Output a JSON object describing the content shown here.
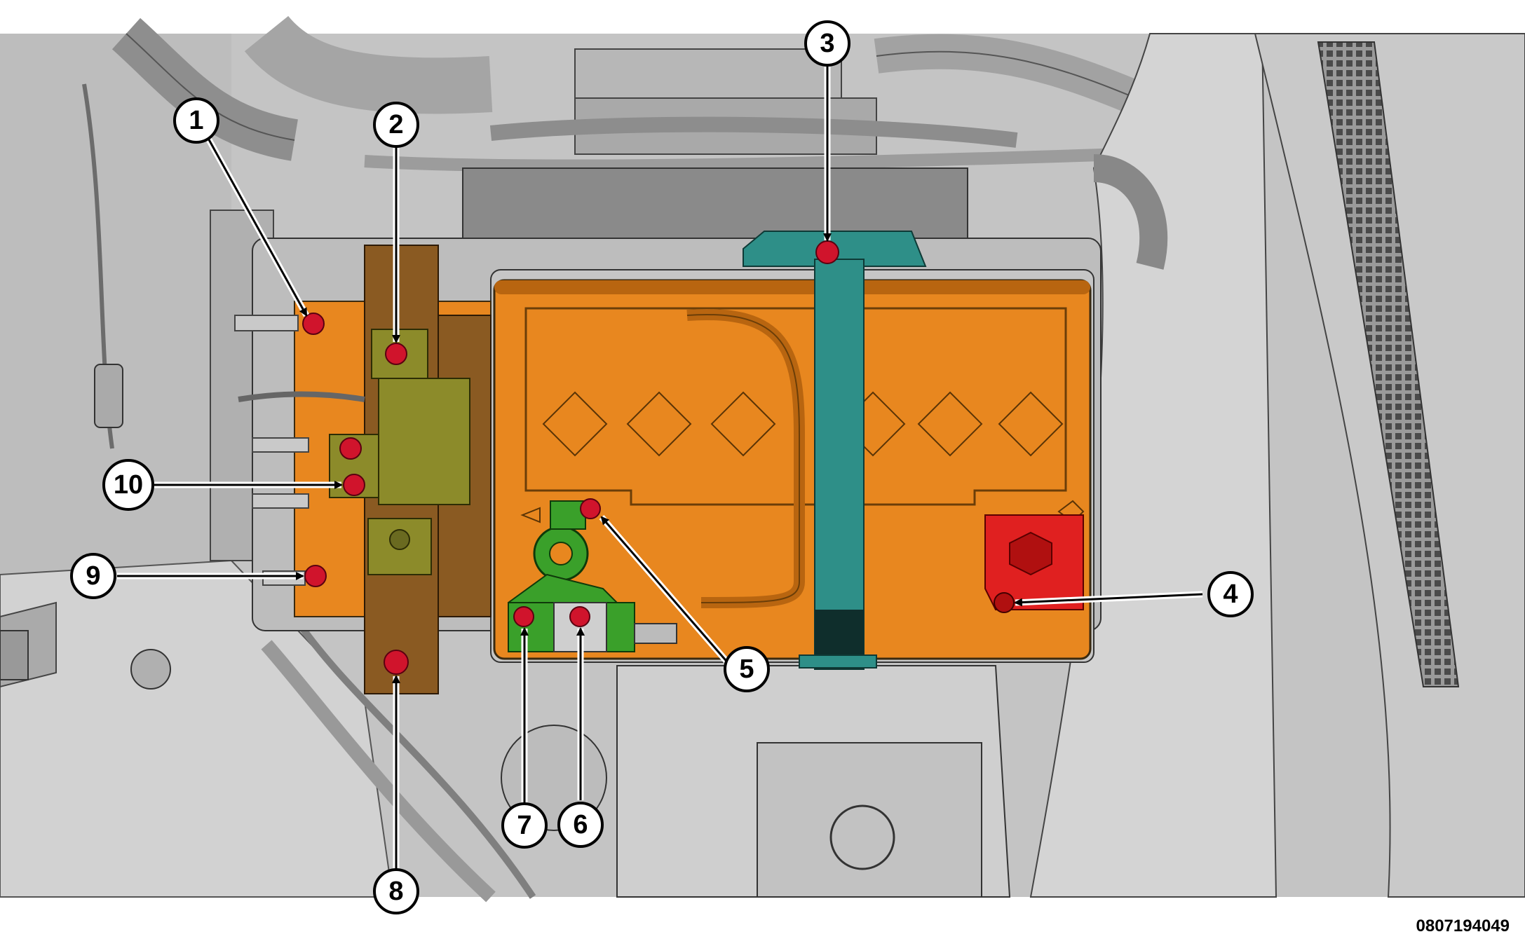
{
  "figure": {
    "id_label": "0807194049"
  },
  "callouts": [
    "1",
    "2",
    "3",
    "4",
    "5",
    "6",
    "7",
    "8",
    "9",
    "10"
  ],
  "colors": {
    "battery": "#e8871f",
    "battery_dark": "#b86510",
    "hold_down": "#2e8f88",
    "positive_terminal": "#e02020",
    "negative_terminal": "#3aa02a",
    "fuse_block": "#8a5a22",
    "module": "#8c8b2a",
    "fastener": "#d0142c",
    "engine_gray": "#b9b9b9"
  }
}
